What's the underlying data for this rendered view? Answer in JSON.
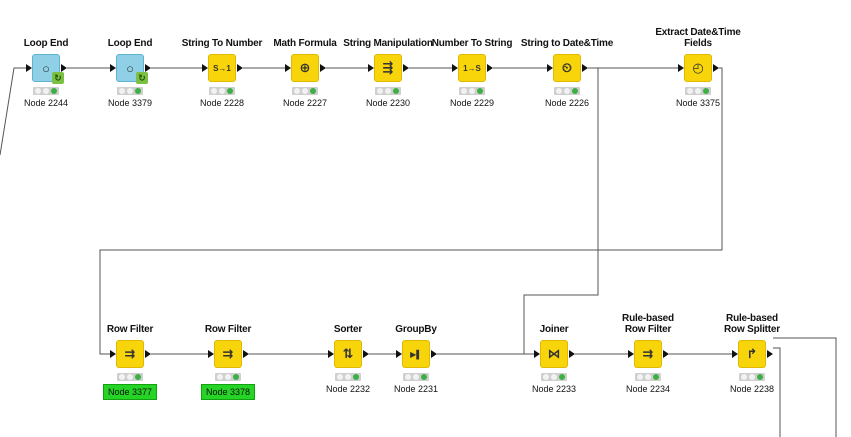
{
  "nodes": [
    {
      "title": [
        "Loop End"
      ],
      "label": "Node 2244",
      "color": "blue",
      "glyph": "○",
      "loop": true,
      "highlight": false
    },
    {
      "title": [
        "Loop End"
      ],
      "label": "Node 3379",
      "color": "blue",
      "glyph": "○",
      "loop": true,
      "highlight": false
    },
    {
      "title": [
        "String To Number"
      ],
      "label": "Node 2228",
      "color": "yellow",
      "glyph": "S→1",
      "loop": false,
      "highlight": false
    },
    {
      "title": [
        "Math Formula"
      ],
      "label": "Node 2227",
      "color": "yellow",
      "glyph": "⊕",
      "loop": false,
      "highlight": false
    },
    {
      "title": [
        "String Manipulation"
      ],
      "label": "Node 2230",
      "color": "yellow",
      "glyph": "⇶",
      "loop": false,
      "highlight": false
    },
    {
      "title": [
        "Number To String"
      ],
      "label": "Node 2229",
      "color": "yellow",
      "glyph": "1→S",
      "loop": false,
      "highlight": false
    },
    {
      "title": [
        "String to Date&Time"
      ],
      "label": "Node 2226",
      "color": "yellow",
      "glyph": "⏲",
      "loop": false,
      "highlight": false
    },
    {
      "title": [
        "Extract Date&Time",
        "Fields"
      ],
      "label": "Node 3375",
      "color": "yellow",
      "glyph": "◴",
      "loop": false,
      "highlight": false
    },
    {
      "title": [
        "Row Filter"
      ],
      "label": "Node 3377",
      "color": "yellow",
      "glyph": "⇉",
      "loop": false,
      "highlight": true
    },
    {
      "title": [
        "Row Filter"
      ],
      "label": "Node 3378",
      "color": "yellow",
      "glyph": "⇉",
      "loop": false,
      "highlight": true
    },
    {
      "title": [
        "Sorter"
      ],
      "label": "Node 2232",
      "color": "yellow",
      "glyph": "⇅",
      "loop": false,
      "highlight": false
    },
    {
      "title": [
        "GroupBy"
      ],
      "label": "Node 2231",
      "color": "yellow",
      "glyph": "▶▌",
      "loop": false,
      "highlight": false
    },
    {
      "title": [
        "Joiner"
      ],
      "label": "Node 2233",
      "color": "yellow",
      "glyph": "⋈",
      "loop": false,
      "highlight": false
    },
    {
      "title": [
        "Rule-based",
        "Row Filter"
      ],
      "label": "Node 2234",
      "color": "yellow",
      "glyph": "⇉",
      "loop": false,
      "highlight": false
    },
    {
      "title": [
        "Rule-based",
        "Row Splitter"
      ],
      "label": "Node 2238",
      "color": "yellow",
      "glyph": "↱",
      "loop": false,
      "highlight": false
    }
  ]
}
